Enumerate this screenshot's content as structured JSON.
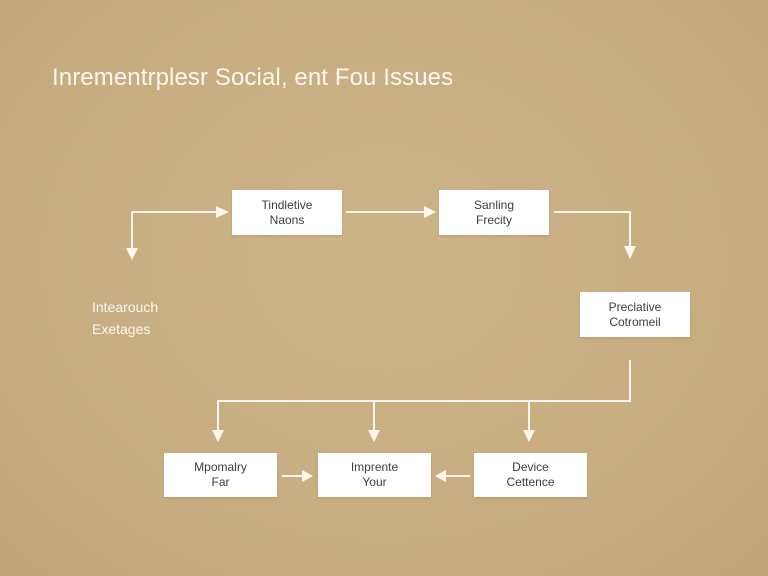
{
  "title": "Inrementrplesr Social, ent Fou Issues",
  "nodes": {
    "tindletive": {
      "line1": "Tindletive",
      "line2": "Naons"
    },
    "sanling": {
      "line1": "Sanling",
      "line2": "Frecity"
    },
    "preclative": {
      "line1": "Preclative",
      "line2": "Cotromeil"
    },
    "mpomalry": {
      "line1": "Mpomalry",
      "line2": "Far"
    },
    "imprente": {
      "line1": "Imprente",
      "line2": "Your"
    },
    "device": {
      "line1": "Device",
      "line2": "Cettence"
    }
  },
  "free_label": {
    "line1": "Intearouch",
    "line2": "Exetages"
  },
  "colors": {
    "background": "#c8ae82",
    "node_fill": "#ffffff",
    "node_text": "#3d3d3d",
    "connector": "#fbf7ef",
    "title_text": "#fbf7ef"
  }
}
